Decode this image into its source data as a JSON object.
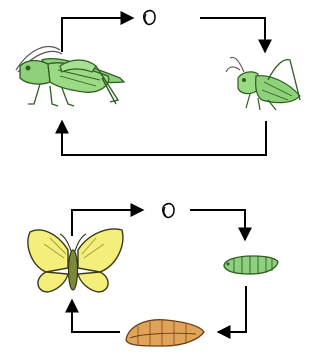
{
  "diagrams": [
    {
      "name": "grasshopper-life-cycle",
      "stages": [
        {
          "id": "adult-grasshopper",
          "kind": "picture",
          "color": "#8fd07a"
        },
        {
          "id": "egg",
          "kind": "picture"
        },
        {
          "id": "nymph",
          "kind": "picture",
          "color": "#8fd07a"
        }
      ],
      "flow": "clockwise"
    },
    {
      "name": "butterfly-life-cycle",
      "stages": [
        {
          "id": "butterfly",
          "kind": "picture",
          "color": "#f3ef7a"
        },
        {
          "id": "egg",
          "kind": "picture"
        },
        {
          "id": "caterpillar",
          "kind": "picture",
          "color": "#8fcf80"
        },
        {
          "id": "pupa",
          "kind": "picture",
          "color": "#e0a35a"
        }
      ],
      "flow": "clockwise"
    }
  ],
  "colors": {
    "arrow": "#000000",
    "line": "#000000"
  }
}
